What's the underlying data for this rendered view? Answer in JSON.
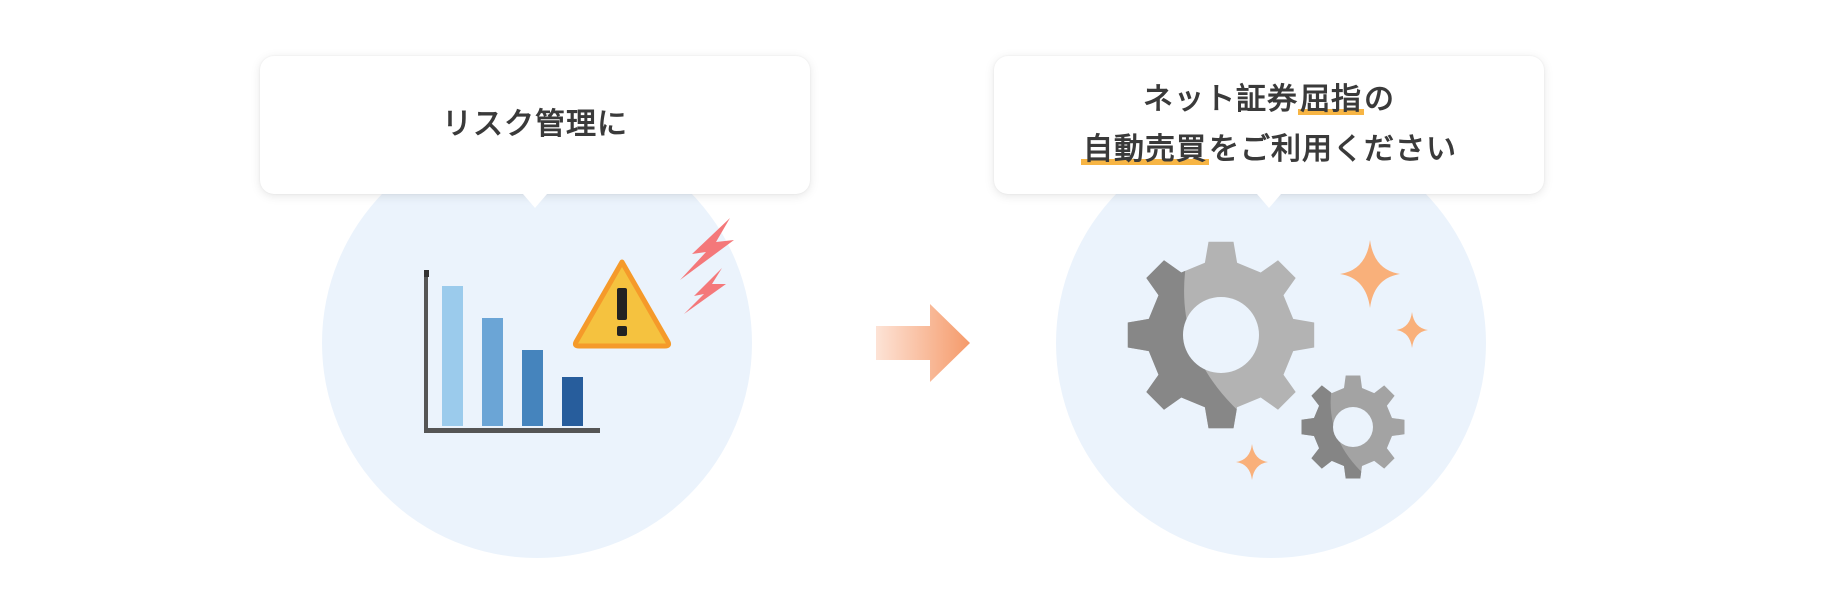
{
  "left_panel": {
    "bubble_text": "リスク管理に",
    "circle_color": "#ebf3fc",
    "icons": [
      "bar-chart-declining-icon",
      "warning-triangle-icon",
      "lightning-bolt-icon"
    ],
    "chart_bar_levels": [
      1.0,
      0.77,
      0.54,
      0.35
    ],
    "chart_bar_colors": [
      "#9bcbec",
      "#6ba5d6",
      "#4584bd",
      "#275d9c"
    ]
  },
  "arrow": {
    "icon": "right-arrow-icon",
    "gradient_start": "#fde3d6",
    "gradient_end": "#f59a6a"
  },
  "right_panel": {
    "bubble_line1_normal": "ネット証券",
    "bubble_line1_highlight": "屈指",
    "bubble_line1_tail": "の",
    "bubble_line2_highlight": "自動売買",
    "bubble_line2_tail": "をご利用ください",
    "highlight_color": "#f7b544",
    "circle_color": "#ebf3fc",
    "icons": [
      "gear-large-icon",
      "gear-small-icon",
      "sparkle-icon"
    ]
  }
}
